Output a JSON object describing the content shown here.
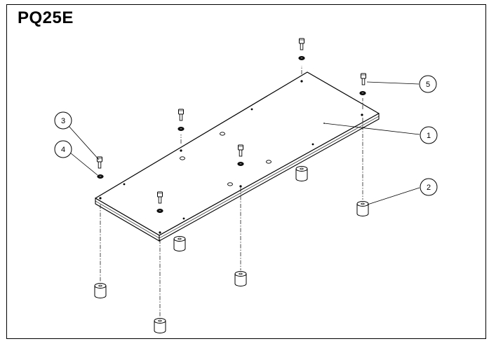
{
  "title": "PQ25E",
  "callouts": [
    {
      "label": "1"
    },
    {
      "label": "2"
    },
    {
      "label": "3"
    },
    {
      "label": "4"
    },
    {
      "label": "5"
    }
  ]
}
